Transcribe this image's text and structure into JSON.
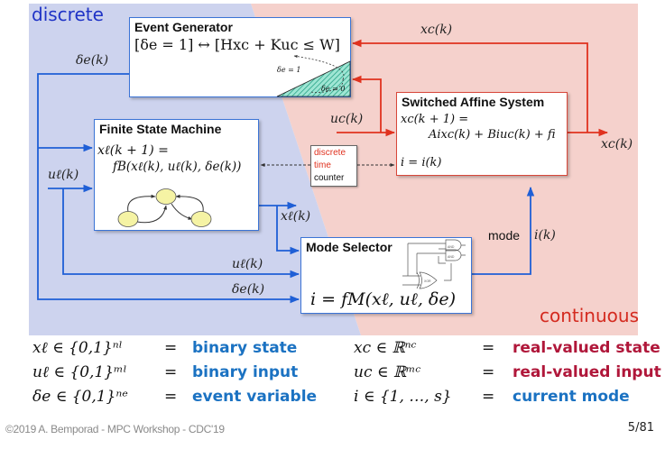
{
  "regions": {
    "discrete_label": "discrete",
    "continuous_label": "continuous",
    "discrete_color": "#1f33c6",
    "continuous_color": "#d42a1f",
    "discrete_bg": "#cdd3ee",
    "continuous_bg": "#f5d1cc"
  },
  "blocks": {
    "event_generator": {
      "title": "Event Generator",
      "equation": "[δe = 1] ↔ [Hxc + Kuc ≤ W]",
      "region_label_1": "δe = 1",
      "region_label_0": "δe = 0"
    },
    "fsm": {
      "title": "Finite State Machine",
      "equation_line1": "xℓ(k + 1) =",
      "equation_line2": "fB(xℓ(k), uℓ(k), δe(k))"
    },
    "sas": {
      "title": "Switched Affine System",
      "equation_line1": "xc(k + 1) =",
      "equation_line2": "Aixc(k) + Biuc(k) + fi",
      "equation_line3": "i = i(k)"
    },
    "mode_selector": {
      "title": "Mode Selector",
      "equation": "i = fM(xℓ, uℓ, δe)",
      "gate_labels": [
        "AND",
        "AND",
        "XOR"
      ]
    },
    "counter": {
      "line1": "discrete",
      "line2": "time",
      "line3": "counter"
    }
  },
  "signals": {
    "delta_e_top": "δe(k)",
    "u_l_left": "uℓ(k)",
    "x_l": "xℓ(k)",
    "u_l_bottom": "uℓ(k)",
    "delta_e_bottom": "δe(k)",
    "x_c_top": "xc(k)",
    "u_c": "uc(k)",
    "x_c_out": "xc(k)",
    "mode_word": "mode",
    "i_k": "i(k)"
  },
  "legend": {
    "left": [
      {
        "math": "xℓ ∈ {0,1}ⁿˡ",
        "eq": "=",
        "label": "binary state",
        "color": "#1b72c2"
      },
      {
        "math": "uℓ ∈ {0,1}ᵐˡ",
        "eq": "=",
        "label": "binary input",
        "color": "#1b72c2"
      },
      {
        "math": "δe ∈ {0,1}ⁿᵉ",
        "eq": "=",
        "label": "event variable",
        "color": "#1b72c2"
      }
    ],
    "right": [
      {
        "math": "xc ∈ ℝⁿᶜ",
        "eq": "=",
        "label": "real-valued state",
        "color": "#b0173a"
      },
      {
        "math": "uc ∈ ℝᵐᶜ",
        "eq": "=",
        "label": "real-valued input",
        "color": "#b0173a"
      },
      {
        "math": "i ∈ {1, …, s}",
        "eq": "=",
        "label": "current mode",
        "color": "#1b72c2"
      }
    ]
  },
  "footer": {
    "credit": "©2019 A. Bemporad - MPC Workshop - CDC'19",
    "page": "5/81"
  }
}
